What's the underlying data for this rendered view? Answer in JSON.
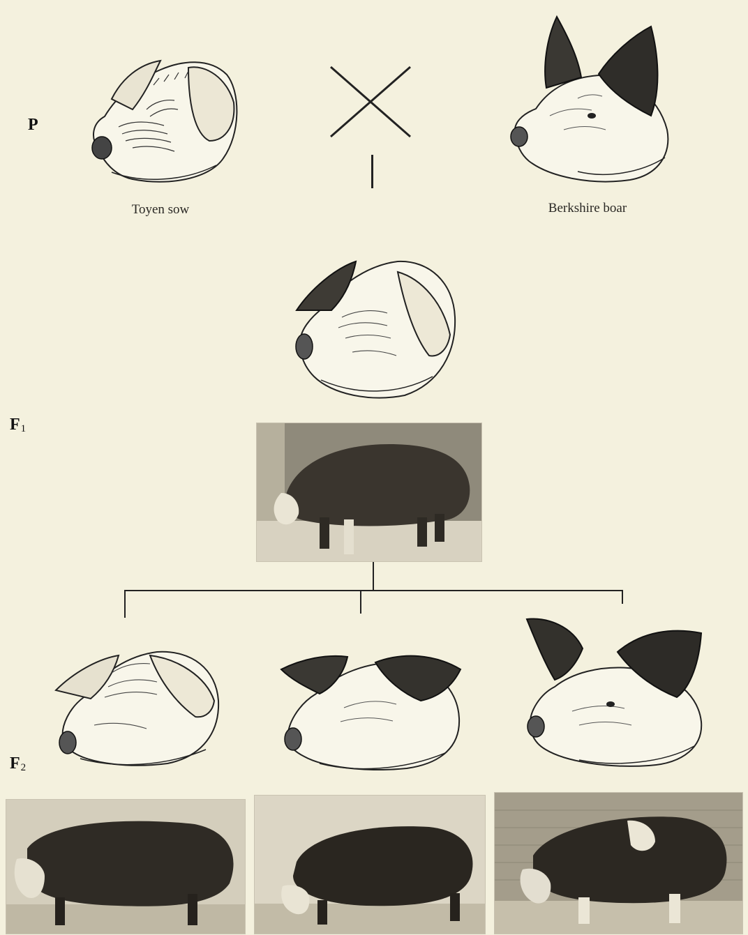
{
  "generations": {
    "parental": "P",
    "f1_letter": "F",
    "f1_sub": "1",
    "f2_letter": "F",
    "f2_sub": "2"
  },
  "parents": {
    "left_caption": "Toyen sow",
    "right_caption": "Berkshire boar"
  },
  "colors": {
    "paper": "#f4f1de",
    "ink": "#1b1a17",
    "photo_bg": "#d9d4c4"
  },
  "icons": {
    "cross": "cross-symbol",
    "pig_head": "pig-head-drawing",
    "pig_photo": "pig-photograph"
  }
}
